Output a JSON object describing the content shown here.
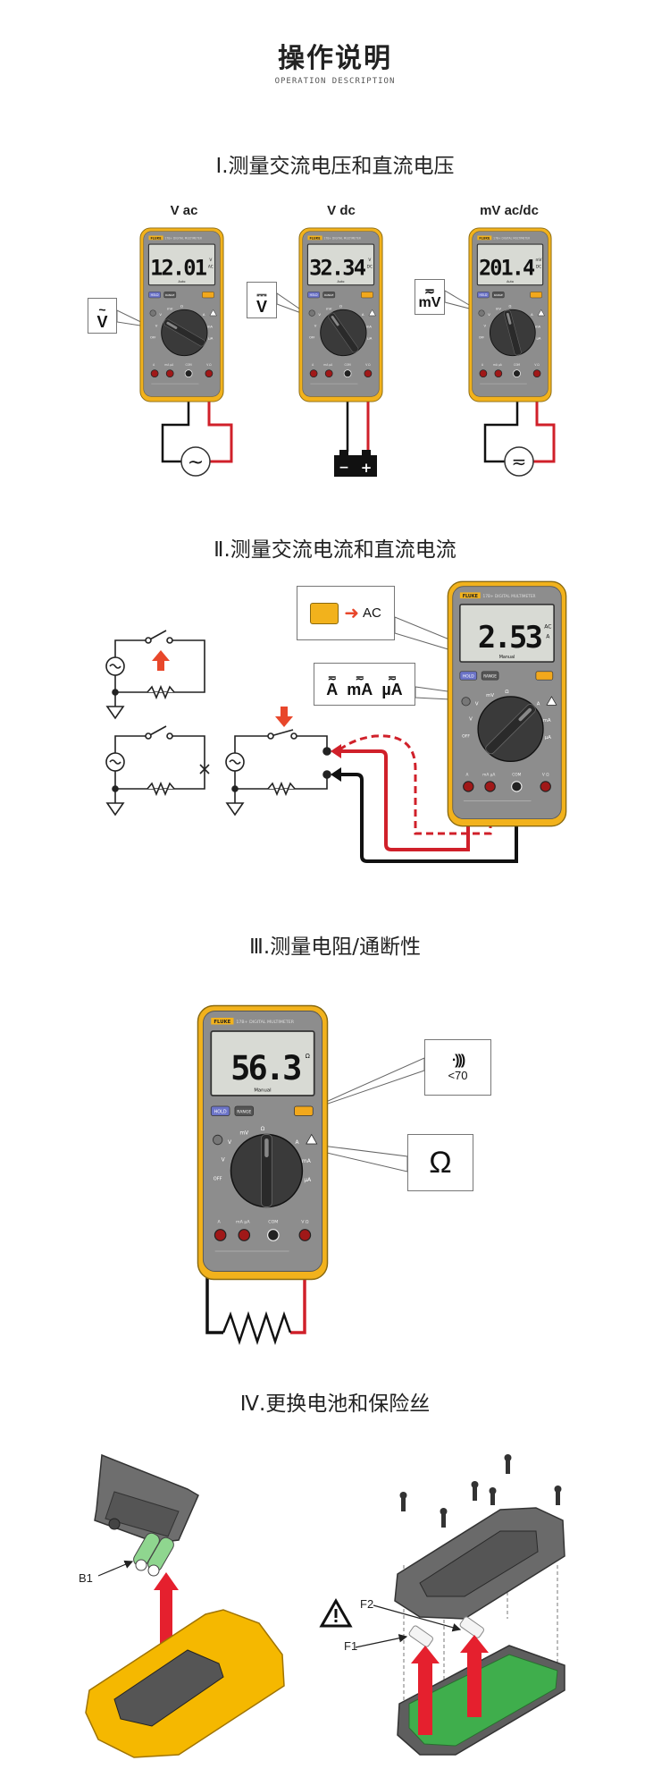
{
  "header": {
    "title": "操作说明",
    "subtitle": "OPERATION DESCRIPTION"
  },
  "meter_common": {
    "brand": "FLUKE",
    "model": "17B+ DIGITAL MULTIMETER",
    "hold": "HOLD",
    "range": "RANGE",
    "off": "OFF",
    "dial": {
      "mv": "mV",
      "vdc": "V",
      "vac": "V",
      "ohm": "Ω",
      "a": "A",
      "ma": "mA",
      "ua": "µA"
    },
    "jacks": [
      "A",
      "mA µA",
      "COM",
      "V Ω"
    ]
  },
  "section1": {
    "title": "Ⅰ.测量交流电压和直流电压",
    "meters": [
      {
        "label": "V ac",
        "reading": "12.01",
        "unit_top": "V",
        "unit_bottom": "AC",
        "mode": "Auto",
        "callout_symbol": "~",
        "callout_unit": "V",
        "source": "~"
      },
      {
        "label": "V dc",
        "reading": "32.34",
        "unit_top": "V",
        "unit_bottom": "DC",
        "mode": "Auto",
        "callout_symbol": "⎓",
        "callout_unit": "V",
        "battery_minus": "−",
        "battery_plus": "+"
      },
      {
        "label": "mV ac/dc",
        "reading": "201.4",
        "unit_top": "mV",
        "unit_bottom": "DC",
        "mode": "Auto",
        "callout_symbol": "≂",
        "callout_unit": "mV",
        "source": "≂"
      }
    ]
  },
  "section2": {
    "title": "Ⅱ.测量交流电流和直流电流",
    "meter": {
      "reading": "2.53",
      "unit_top": "AC",
      "unit_bottom": "A",
      "mode": "Manual"
    },
    "callout_button_text": "AC",
    "callout_units": [
      "A",
      "mA",
      "µA"
    ],
    "callout_symbol": "≂"
  },
  "section3": {
    "title": "Ⅲ.测量电阻/通断性",
    "meter": {
      "reading": "56.3",
      "unit_top": "Ω",
      "unit_bottom": "",
      "mode": "Manual"
    },
    "callout_continuity": "<70",
    "callout_ohm": "Ω"
  },
  "section4": {
    "title": "Ⅳ.更换电池和保险丝",
    "labels": {
      "battery": "B1",
      "fuse1": "F1",
      "fuse2": "F2"
    }
  },
  "colors": {
    "holster": "#f2b21c",
    "body": "#8d8d8d",
    "lcd": "#d8dad4",
    "red": "#d0202a",
    "arrow": "#e8472b",
    "pcb": "#3fae4c"
  }
}
